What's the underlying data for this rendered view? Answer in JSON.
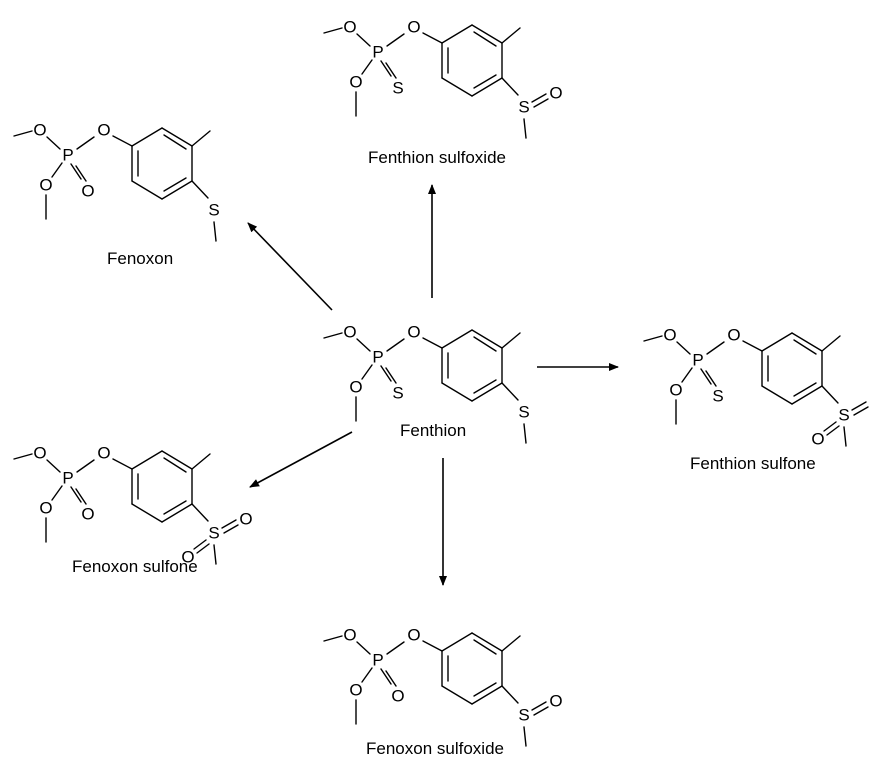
{
  "molecules": [
    {
      "id": "fenthion",
      "name": "Fenthion",
      "p_double": "S",
      "sulfur": "thioether"
    },
    {
      "id": "fenthion_sulfoxide",
      "name": "Fenthion sulfoxide",
      "p_double": "S",
      "sulfur": "sulfoxide"
    },
    {
      "id": "fenoxon",
      "name": "Fenoxon",
      "p_double": "O",
      "sulfur": "thioether"
    },
    {
      "id": "fenthion_sulfone",
      "name": "Fenthion sulfone",
      "p_double": "S",
      "sulfur": "sulfone"
    },
    {
      "id": "fenoxon_sulfone",
      "name": "Fenoxon sulfone",
      "p_double": "O",
      "sulfur": "sulfone"
    },
    {
      "id": "fenoxon_sulfoxide",
      "name": "Fenoxon sulfoxide",
      "p_double": "O",
      "sulfur": "sulfoxide"
    }
  ],
  "atom_labels": {
    "oxygen": "O",
    "phosphorus": "P",
    "sulfur": "S"
  },
  "arrows": [
    {
      "from": "fenthion",
      "to": "fenthion_sulfoxide"
    },
    {
      "from": "fenthion",
      "to": "fenoxon"
    },
    {
      "from": "fenthion",
      "to": "fenthion_sulfone"
    },
    {
      "from": "fenthion",
      "to": "fenoxon_sulfone"
    },
    {
      "from": "fenthion",
      "to": "fenoxon_sulfoxide"
    }
  ]
}
